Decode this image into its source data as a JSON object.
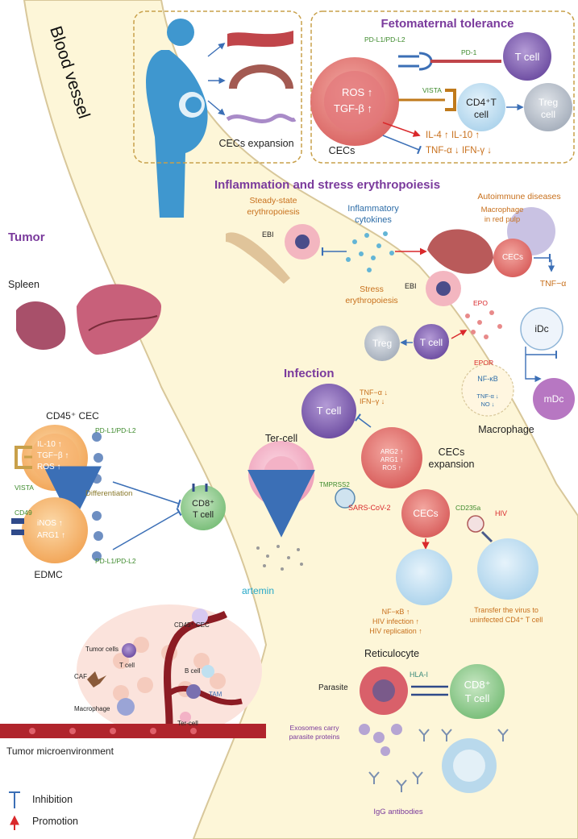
{
  "colors": {
    "vessel": "#fdf6d8",
    "vessel_edge": "#d8c79a",
    "section_title": "#7a3a9c",
    "cec": "#e07a7a",
    "t_cell": "#8a6bb5",
    "cd8_cell": "#8cc98c",
    "treg": "#b9c0ca",
    "inhibition": "#3b6fb6",
    "promotion": "#d9282b",
    "dashed_box": "#c8a04a"
  },
  "vessel": {
    "label": "Blood vessel"
  },
  "pregnancy": {
    "expansion_label": "CECs expansion"
  },
  "fetomaternal": {
    "title": "Fetomaternal tolerance",
    "pdl": "PD-L1/PD-L2",
    "pd1": "PD-1",
    "ros": "ROS ↑",
    "tgf": "TGF-β ↑",
    "vista": "VISTA",
    "t_cell": "T cell",
    "cd4_line1": "CD4⁺T",
    "cd4_line2": "cell",
    "treg_line1": "Treg",
    "treg_line2": "cell",
    "cecs": "CECs",
    "il": "IL-4 ↑ IL-10 ↑",
    "tnf": "TNF-α ↓  IFN-γ ↓"
  },
  "inflammation": {
    "title": "Inflammation and stress erythropoiesis",
    "steady_line1": "Steady-state",
    "steady_line2": "erythropoiesis",
    "cytokines_line1": "Inflammatory",
    "cytokines_line2": "cytokines",
    "autoimmune": "Autoimmune diseases",
    "macrophage_line1": "Macrophage",
    "macrophage_line2": "in red pulp",
    "ebi_top": "EBI",
    "cecs": "CECs",
    "tnf": "TNF−α",
    "stress_line1": "Stress",
    "stress_line2": "erythropoiesis",
    "ebi_bottom": "EBI",
    "epo": "EPO",
    "idc": "iDc",
    "treg": "Treg",
    "t_cell": "T cell",
    "epor": "EPOR",
    "nfkb": "NF-κB",
    "tnf_down": "TNF-α ↓",
    "no_down": "NO ↓",
    "mdc": "mDc",
    "macrophage": "Macrophage"
  },
  "tumor": {
    "title": "Tumor",
    "spleen": "Spleen",
    "cd45_cec": "CD45⁺ CEC",
    "pdl_upper": "PD-L1/PD-L2",
    "il10": "IL-10 ↑",
    "tgf": "TGF−β ↑",
    "ros": "ROS ↑",
    "vista": "VISTA",
    "differentiation": "Differentiation",
    "cd8_line1": "CD8⁺",
    "cd8_line2": "T cell",
    "ter_cell": "Ter-cell",
    "cd49": "CD49",
    "inos": "iNOS ↑",
    "arg1": "ARG1 ↑",
    "pdl_lower": "PD-L1/PD-L2",
    "edmc": "EDMC",
    "artemin": "artemin"
  },
  "microenv": {
    "cd45_cec": "CD45⁺ CEC",
    "tumor_cells": "Tumor cells",
    "t_cell": "T cell",
    "caf": "CAF",
    "b_cell": "B cell",
    "tam": "TAM",
    "macrophage": "Macrophage",
    "ter_cell": "Ter-cell",
    "label": "Tumor  microenvironment"
  },
  "infection": {
    "title": "Infection",
    "tnf": "TNF−α ↓",
    "ifn": "IFN−γ ↓",
    "t_cell": "T cell",
    "arg2": "ARG2 ↑",
    "arg1": "ARG1 ↑",
    "ros": "ROS ↑",
    "expansion_line1": "CECs",
    "expansion_line2": "expansion",
    "tmprss2": "TMPRSS2",
    "sars": "SARS-CoV-2",
    "cecs": "CECs",
    "cd235a": "CD235a",
    "hiv": "HIV",
    "nfkb": "NF−κB ↑",
    "hiv_infection": "HIV infection ↑",
    "hiv_replication": "HIV replication ↑",
    "transfer_line1": "Transfer the virus to",
    "transfer_line2": "uninfected CD4⁺ T cell"
  },
  "malaria": {
    "reticulocyte": "Reticulocyte",
    "hla": "HLA-I",
    "parasite": "Parasite",
    "cd8_line1": "CD8⁺",
    "cd8_line2": "T cell",
    "exosome_line1": "Exosomes carry",
    "exosome_line2": "parasite proteins",
    "igg": "IgG antibodies"
  },
  "legend": {
    "inhibition": "Inhibition",
    "promotion": "Promotion"
  }
}
